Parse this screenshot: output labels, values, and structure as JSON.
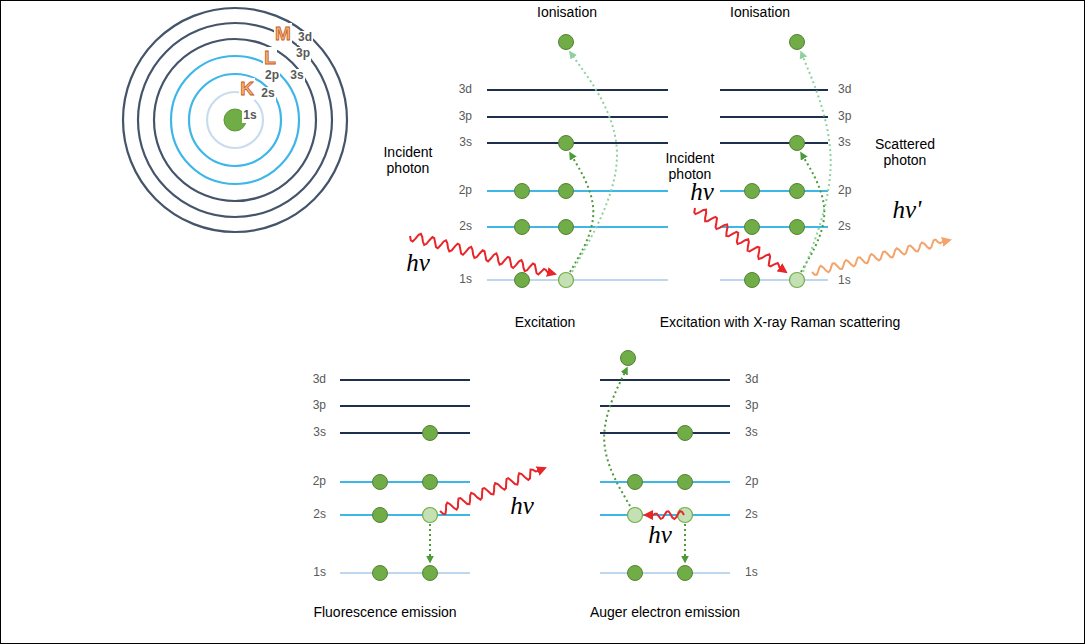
{
  "diagram": {
    "labels": [
      "M",
      "3d",
      "3p",
      "L",
      "2p",
      "3s",
      "K",
      "1s",
      "2s",
      "Ionisation",
      "3d",
      "3p",
      "3s",
      "Incident photon",
      "2p",
      "2s",
      "hν",
      "1s",
      "Excitation",
      "Ionisation",
      "3d",
      "3p",
      "3s",
      "Incident photon",
      "hν",
      "2p",
      "2s",
      "Scattered photon",
      "hν'",
      "1s",
      "Excitation with X-ray Raman scattering",
      "3d",
      "3p",
      "3s",
      "2p",
      "2s",
      "hν",
      "1s",
      "Fluorescence emission",
      "3d",
      "3p",
      "3s",
      "2p",
      "2s",
      "hν",
      "1s",
      "Auger electron emission"
    ]
  }
}
